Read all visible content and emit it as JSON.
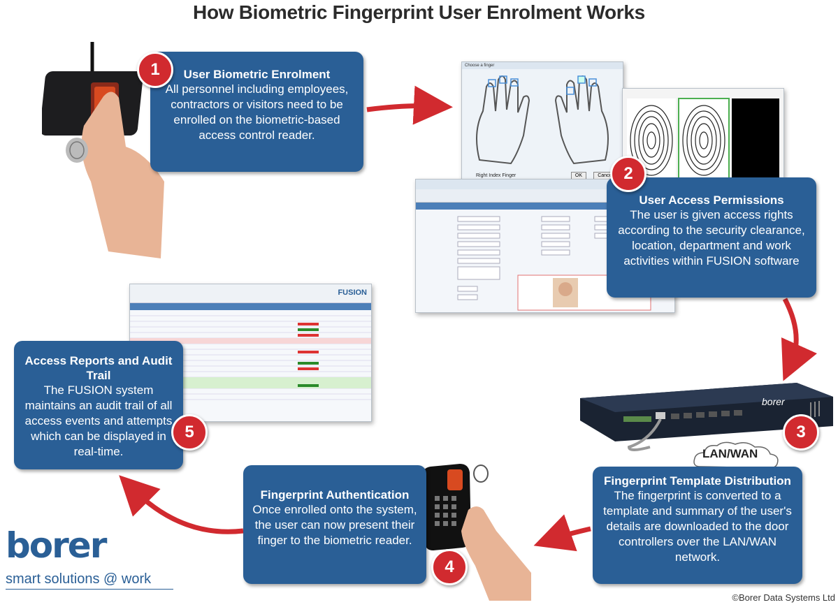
{
  "title": "How Biometric Fingerprint User Enrolment Works",
  "steps": [
    {
      "number": "1",
      "heading": "User Biometric Enrolment",
      "body": "All personnel including employees, contractors or visitors need to be enrolled on the biometric-based access control reader."
    },
    {
      "number": "2",
      "heading": "User Access Permissions",
      "body": "The user is given access rights according to the security clearance, location, department and work activities within FUSION software"
    },
    {
      "number": "3",
      "heading": "Fingerprint Template Distribution",
      "body": "The fingerprint is converted to a template and summary of the user's details are downloaded to the door controllers over the LAN/WAN network."
    },
    {
      "number": "4",
      "heading": "Fingerprint Authentication",
      "body": "Once enrolled onto the system, the user can now present their finger to the biometric reader."
    },
    {
      "number": "5",
      "heading": "Access Reports and Audit Trail",
      "body": "The FUSION system maintains an audit trail of all access events and attempts which can be displayed in real-time."
    }
  ],
  "network_label": "LAN/WAN",
  "device_brand": "borer",
  "screens": {
    "finger_dialog_title": "Choose a finger",
    "finger_label": "Right Index Finger",
    "ok_label": "OK",
    "cancel_label": "Cancel",
    "fusion_label": "FUSION"
  },
  "logo": {
    "word": "borer",
    "tagline": "smart solutions @ work"
  },
  "copyright": "©Borer Data Systems Ltd",
  "colors": {
    "box": "#2a5f96",
    "badge": "#d12a2f",
    "arrow": "#d12a2f"
  }
}
